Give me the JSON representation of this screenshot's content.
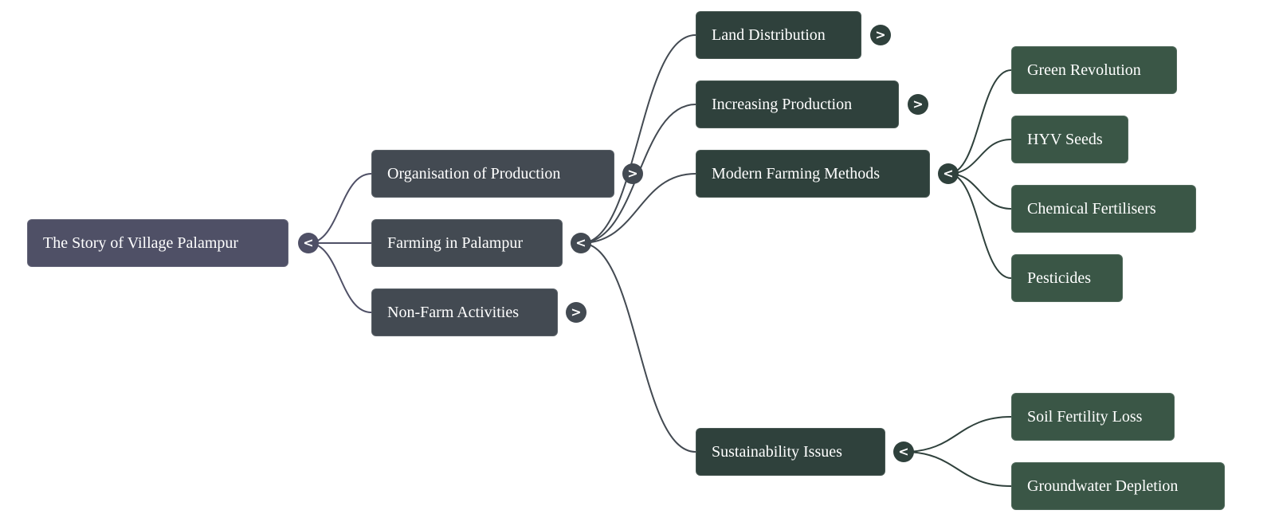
{
  "colors": {
    "root": "#4f5066",
    "level1": "#434a52",
    "level2": "#2f413c",
    "level3": "#3a5646",
    "edge_root": "#4f5066",
    "edge_level1": "#434a52",
    "edge_level2": "#2f413c"
  },
  "toggle_glyphs": {
    "collapsed": ">",
    "expanded": "<"
  },
  "mindmap": {
    "root": {
      "id": "root",
      "label": "The Story of Village Palampur",
      "state": "expanded"
    },
    "level1": [
      {
        "id": "organisation",
        "label": "Organisation of Production",
        "state": "collapsed"
      },
      {
        "id": "farming",
        "label": "Farming in Palampur",
        "state": "expanded"
      },
      {
        "id": "nonfarm",
        "label": "Non-Farm Activities",
        "state": "collapsed"
      }
    ],
    "level2": [
      {
        "id": "land",
        "label": "Land Distribution",
        "state": "collapsed",
        "parent": "farming"
      },
      {
        "id": "increasing",
        "label": "Increasing Production",
        "state": "collapsed",
        "parent": "farming"
      },
      {
        "id": "modern",
        "label": "Modern Farming Methods",
        "state": "expanded",
        "parent": "farming"
      },
      {
        "id": "sustain",
        "label": "Sustainability Issues",
        "state": "expanded",
        "parent": "farming"
      }
    ],
    "level3": [
      {
        "id": "green",
        "label": "Green Revolution",
        "parent": "modern"
      },
      {
        "id": "hyv",
        "label": "HYV Seeds",
        "parent": "modern"
      },
      {
        "id": "chemical",
        "label": "Chemical Fertilisers",
        "parent": "modern"
      },
      {
        "id": "pesticides",
        "label": "Pesticides",
        "parent": "modern"
      },
      {
        "id": "soil",
        "label": "Soil Fertility Loss",
        "parent": "sustain"
      },
      {
        "id": "groundwater",
        "label": "Groundwater Depletion",
        "parent": "sustain"
      }
    ]
  }
}
